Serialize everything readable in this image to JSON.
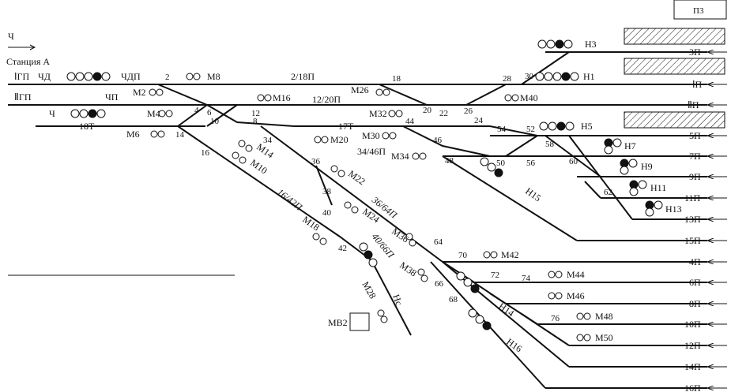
{
  "station": {
    "title": "Станция А",
    "direction_left": "Ч",
    "box_label": "П3"
  },
  "tracks": {
    "t1": "ⅠГП",
    "t2": "ⅡГП",
    "main1": "ⅠП",
    "main2": "ⅡП",
    "t3": "3П",
    "t5": "5П",
    "t7": "7П",
    "t9": "9П",
    "t11": "11П",
    "t13": "13П",
    "t15": "15П",
    "t4": "4П",
    "t6": "6П",
    "t8": "8П",
    "t10": "10П",
    "t12": "12П",
    "t14": "14П",
    "t16": "16П",
    "s2_18": "2/18П",
    "s12_20": "12/20П",
    "s18t": "18Т",
    "s17t": "17Т",
    "s34_46": "34/46П",
    "s16_42": "16/42П",
    "s36_64": "36/64П",
    "s40_66": "40/66П"
  },
  "signals": {
    "ChD": "ЧД",
    "ChDP": "ЧДП",
    "ChP": "ЧП",
    "Ch": "Ч",
    "N1": "Н1",
    "N3": "Н3",
    "N5": "Н5",
    "N7": "Н7",
    "N9": "Н9",
    "N11": "Н11",
    "N13": "Н13",
    "N14": "Н14",
    "N15": "Н15",
    "N16": "Н16",
    "Nc": "Нс",
    "M2": "М2",
    "M4": "М4",
    "M6": "М6",
    "M8": "М8",
    "M10": "М10",
    "M14": "М14",
    "M16": "М16",
    "M18": "М18",
    "M20": "М20",
    "M22": "М22",
    "M24": "М24",
    "M26": "М26",
    "M28": "М28",
    "M30": "М30",
    "M32": "М32",
    "M34": "М34",
    "M36": "М36",
    "M38": "М38",
    "M40": "М40",
    "M42": "М42",
    "M44": "М44",
    "M46": "М46",
    "M48": "М48",
    "M50": "М50",
    "MV2": "МВ2"
  },
  "switches": [
    "2",
    "4",
    "6",
    "8",
    "10",
    "12",
    "14",
    "16",
    "18",
    "20",
    "22",
    "24",
    "26",
    "28",
    "30",
    "34",
    "36",
    "38",
    "40",
    "42",
    "44",
    "46",
    "48",
    "50",
    "52",
    "54",
    "56",
    "58",
    "60",
    "62",
    "64",
    "66",
    "68",
    "70",
    "72",
    "74",
    "76"
  ]
}
